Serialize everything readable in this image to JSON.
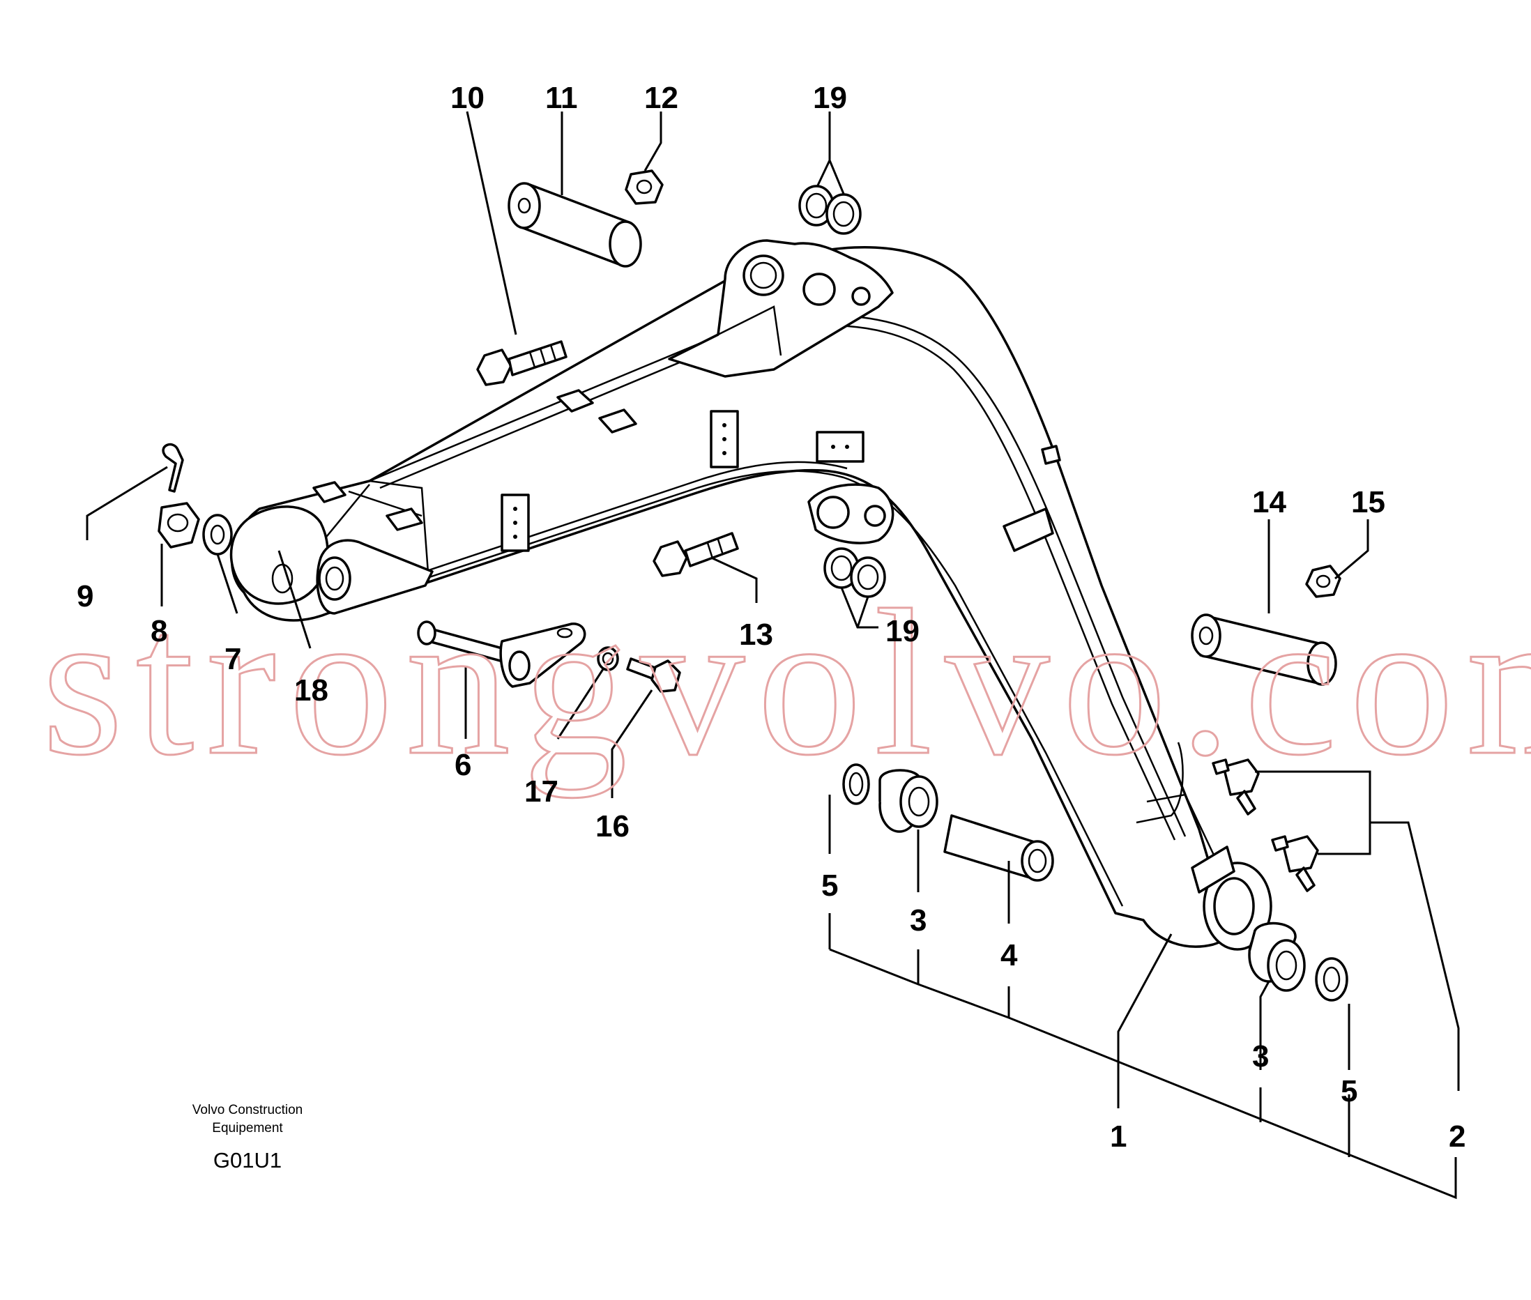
{
  "drawing": {
    "manufacturer_line1": "Volvo Construction",
    "manufacturer_line2": "Equipement",
    "figure_code": "G01U1",
    "watermark": "strongvolvo.com"
  },
  "callouts": [
    {
      "id": "c10",
      "label": "10"
    },
    {
      "id": "c11",
      "label": "11"
    },
    {
      "id": "c12",
      "label": "12"
    },
    {
      "id": "c19a",
      "label": "19"
    },
    {
      "id": "c9",
      "label": "9"
    },
    {
      "id": "c8",
      "label": "8"
    },
    {
      "id": "c7",
      "label": "7"
    },
    {
      "id": "c18",
      "label": "18"
    },
    {
      "id": "c6",
      "label": "6"
    },
    {
      "id": "c17",
      "label": "17"
    },
    {
      "id": "c16",
      "label": "16"
    },
    {
      "id": "c13",
      "label": "13"
    },
    {
      "id": "c19b",
      "label": "19"
    },
    {
      "id": "c14",
      "label": "14"
    },
    {
      "id": "c15",
      "label": "15"
    },
    {
      "id": "c5a",
      "label": "5"
    },
    {
      "id": "c3a",
      "label": "3"
    },
    {
      "id": "c4",
      "label": "4"
    },
    {
      "id": "c1",
      "label": "1"
    },
    {
      "id": "c3b",
      "label": "3"
    },
    {
      "id": "c5b",
      "label": "5"
    },
    {
      "id": "c2",
      "label": "2"
    }
  ]
}
